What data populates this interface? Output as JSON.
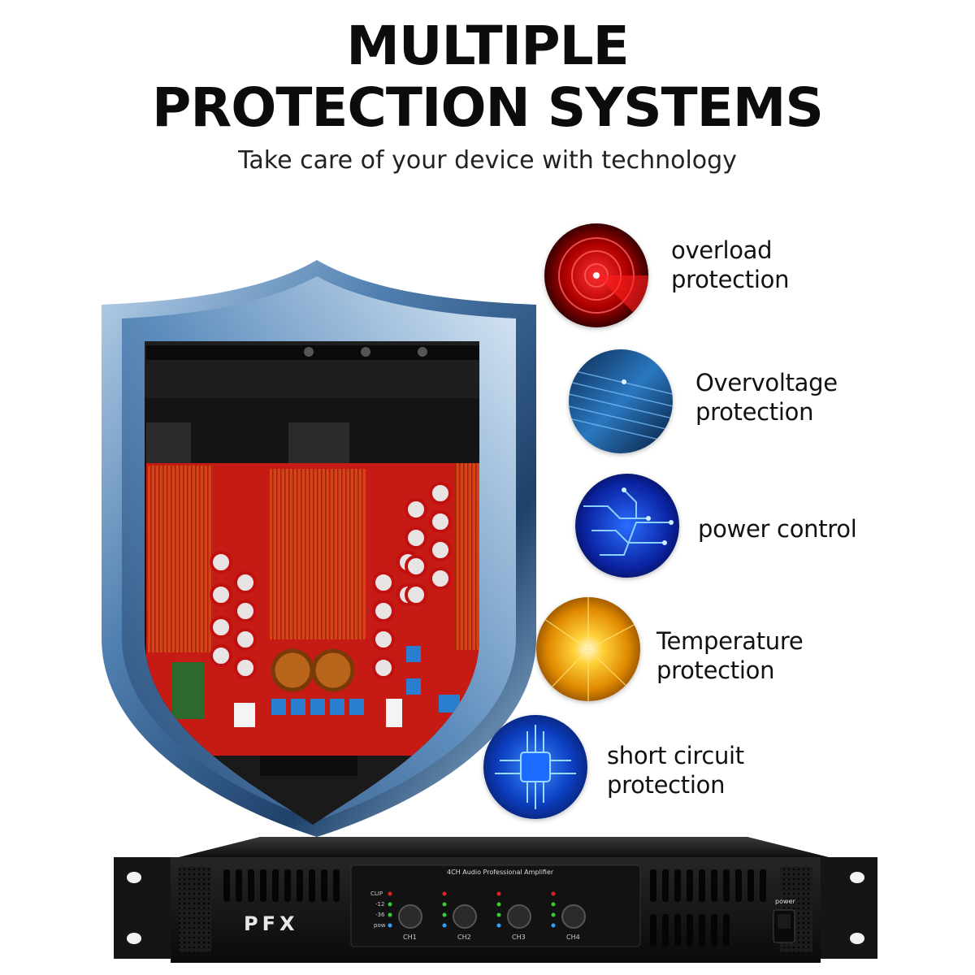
{
  "heading": {
    "line1": "MULTIPLE",
    "line2": "PROTECTION SYSTEMS",
    "subtitle": "Take care of your device with technology"
  },
  "features": [
    {
      "line1": "overload",
      "line2": "protection",
      "icon": "radar-icon",
      "color": "#d01010"
    },
    {
      "line1": "Overvoltage",
      "line2": "protection",
      "icon": "voltage-lines-icon",
      "color": "#1d5da8"
    },
    {
      "line1": "power control",
      "line2": "",
      "icon": "circuit-icon",
      "color": "#1540c8"
    },
    {
      "line1": "Temperature",
      "line2": "protection",
      "icon": "heat-burst-icon",
      "color": "#f2a800"
    },
    {
      "line1": "short circuit",
      "line2": "protection",
      "icon": "chip-icon",
      "color": "#1a55d8"
    }
  ],
  "amplifier": {
    "brand": "PFX",
    "model_label": "4CH Audio Professional Amplifier",
    "channels": [
      "CH1",
      "CH2",
      "CH3",
      "CH4"
    ],
    "indicators": [
      "CLIP",
      "-12",
      "-36",
      "pow"
    ],
    "power_label": "power"
  }
}
